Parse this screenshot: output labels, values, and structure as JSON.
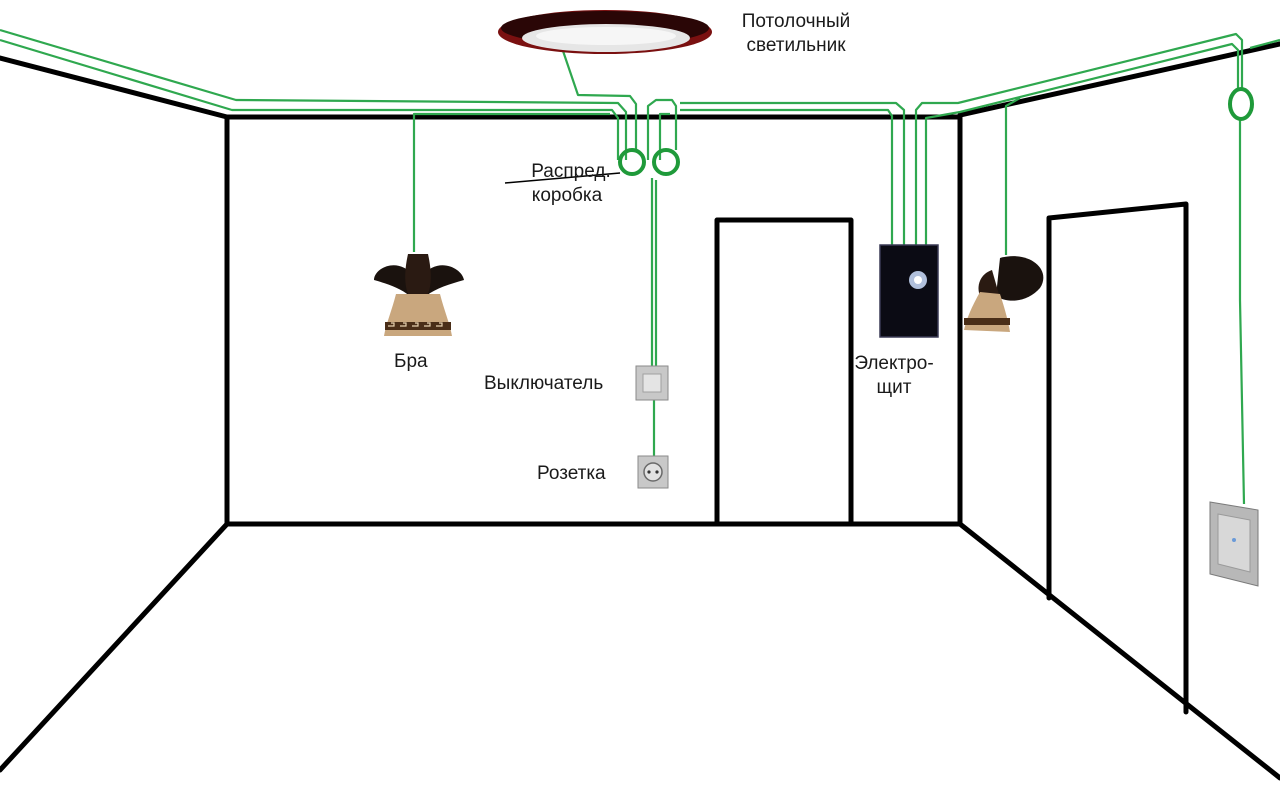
{
  "labels": {
    "ceiling_lamp": [
      "Потолочный",
      "светильник"
    ],
    "junction_box": [
      "Распред.",
      "коробка"
    ],
    "sconce": "Бра",
    "switch": "Выключатель",
    "socket": "Розетка",
    "panel": [
      "Электро-",
      "щит"
    ]
  },
  "colors": {
    "wall_line": "#000000",
    "wire": "#2fa84f",
    "junction_ring": "#1f9a3a",
    "lamp_shade": "#7a1010",
    "lamp_glass": "#e6e6e6",
    "panel_body": "#0b0b14",
    "sconce_dark": "#1a120e",
    "sconce_shade": "#c9a77e",
    "device_plate": "#c8c8c8"
  },
  "icons": {
    "ceiling_lamp": "ceiling-lamp-icon",
    "junction_box": "junction-box-icon",
    "sconce": "wall-sconce-icon",
    "switch": "light-switch-icon",
    "socket": "power-socket-icon",
    "panel": "electrical-panel-icon"
  }
}
